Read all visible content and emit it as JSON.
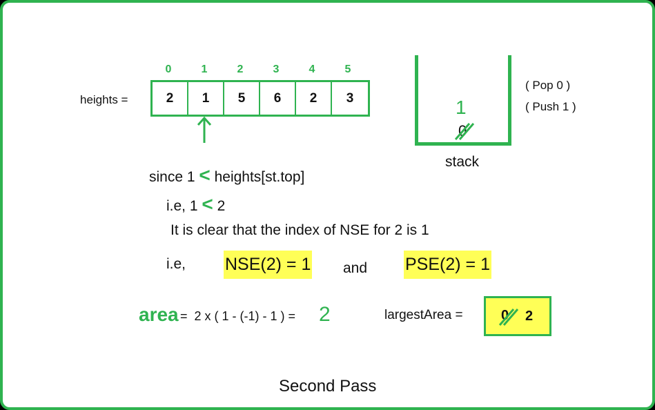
{
  "array": {
    "label": "heights =",
    "indices": [
      "0",
      "1",
      "2",
      "3",
      "4",
      "5"
    ],
    "values": [
      "2",
      "1",
      "5",
      "6",
      "2",
      "3"
    ],
    "pointer_index": 1
  },
  "stack": {
    "label": "stack",
    "popped_value": "0",
    "current_value": "1",
    "ops": [
      "( Pop 0 )",
      "( Push 1 )"
    ]
  },
  "explanation": {
    "line1_prefix": "since 1",
    "line1_op": "<",
    "line1_suffix": "heights[st.top]",
    "line2_prefix": "i.e, 1",
    "line2_op": "<",
    "line2_suffix": "2",
    "line3": "It is clear that the index of NSE for 2 is 1",
    "line4_prefix": "i.e,",
    "nse": "NSE(2) = 1",
    "and": "and",
    "pse": "PSE(2) = 1"
  },
  "area": {
    "label": "area",
    "formula": "=  2 x ( 1 - (-1) - 1 ) =",
    "result": "2"
  },
  "largest": {
    "label": "largestArea =",
    "old_value": "0",
    "new_value": "2"
  },
  "caption": "Second Pass",
  "colors": {
    "accent": "#2fb350",
    "highlight": "#ffff57"
  }
}
